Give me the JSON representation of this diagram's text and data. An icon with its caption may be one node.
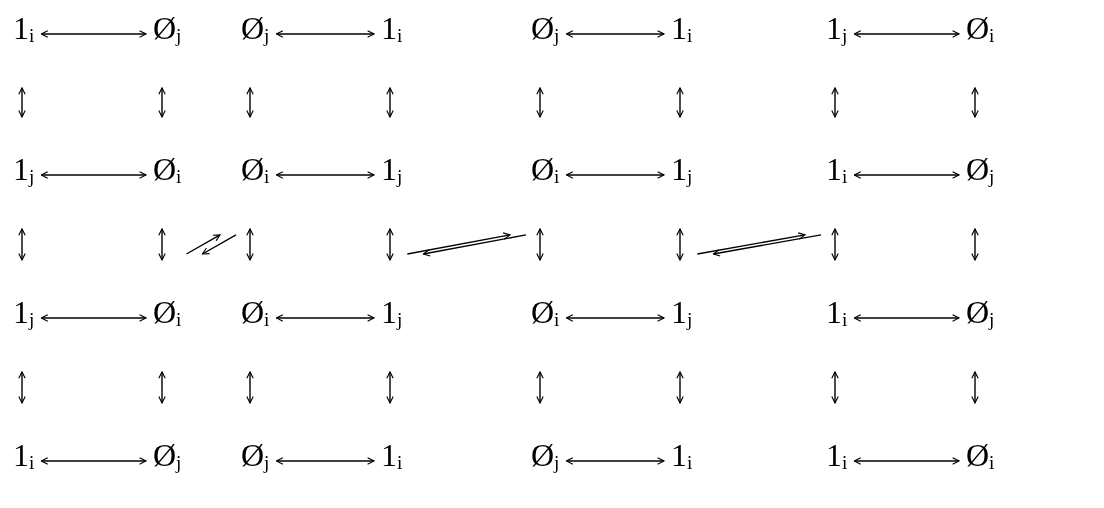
{
  "diagram": {
    "nodes": [
      {
        "text": [
          "1$_{i}$"
        ]
      },
      {
        "text": [
          "Ø$_{j}$"
        ]
      },
      {
        "text": [
          "Ø$_{j}$"
        ]
      },
      {
        "text": [
          "1$_{i}$"
        ]
      },
      {
        "text": [
          "Ø$_{j}$"
        ]
      },
      {
        "text": [
          "1$_{i}$"
        ]
      },
      {
        "text": [
          "1$_{j}$"
        ]
      },
      {
        "text": [
          "Ø$_{i}$"
        ]
      },
      {
        "text": [
          "1$_{j}$"
        ]
      },
      {
        "text": [
          "Ø$_{i}$"
        ]
      },
      {
        "text": [
          "Ø$_{i}$"
        ]
      },
      {
        "text": [
          "1$_{j}$"
        ]
      },
      {
        "text": [
          "Ø$_{i}$"
        ]
      },
      {
        "text": [
          "1$_{j}$"
        ]
      },
      {
        "text": [
          "1$_{i}$"
        ]
      },
      {
        "text": [
          "Ø$_{j}$"
        ]
      },
      {
        "text": [
          "1$_{j}$"
        ]
      },
      {
        "text": [
          "Ø$_{i}$"
        ]
      },
      {
        "text": [
          "Ø$_{i}$"
        ]
      },
      {
        "text": [
          "1$_{j}$"
        ]
      },
      {
        "text": [
          "Ø$_{i}$"
        ]
      },
      {
        "text": [
          "1$_{j}$"
        ]
      },
      {
        "text": [
          "1$_{i}$"
        ]
      },
      {
        "text": [
          "Ø$_{j}$"
        ]
      },
      {
        "text": [
          "1$_{i}$"
        ]
      },
      {
        "text": [
          "Ø$_{j}$"
        ]
      },
      {
        "text": [
          "Ø$_{j}$"
        ]
      },
      {
        "text": [
          "1$_{i}$"
        ]
      },
      {
        "text": [
          "Ø$_{j}$"
        ]
      },
      {
        "text": [
          "1$_{i}$"
        ]
      },
      {
        "text": [
          "1$_{i}$"
        ]
      },
      {
        "text": [
          "Ø$_{i}$"
        ]
      }
    ],
    "edges": [
      {
        "from": 0,
        "to": 1,
        "arrow": "both"
      },
      {
        "from": 2,
        "to": 3,
        "arrow": "both"
      },
      {
        "from": 4,
        "to": 5,
        "arrow": "both"
      },
      {
        "from": 6,
        "to": 7,
        "arrow": "both"
      },
      {
        "from": 0,
        "to": 8,
        "arrow": "both"
      },
      {
        "from": 1,
        "to": 9,
        "arrow": "both"
      },
      {
        "from": 2,
        "to": 10,
        "arrow": "both"
      },
      {
        "from": 3,
        "to": 11,
        "arrow": "both"
      },
      {
        "from": 4,
        "to": 12,
        "arrow": "both"
      },
      {
        "from": 5,
        "to": 13,
        "arrow": "both"
      },
      {
        "from": 6,
        "to": 14,
        "arrow": "both"
      },
      {
        "from": 7,
        "to": 15,
        "arrow": "both"
      },
      {
        "from": 8,
        "to": 9,
        "arrow": "both"
      },
      {
        "from": 10,
        "to": 11,
        "arrow": "both"
      },
      {
        "from": 12,
        "to": 13,
        "arrow": "both"
      },
      {
        "from": 14,
        "to": 15,
        "arrow": "both"
      },
      {
        "from": 8,
        "to": 16,
        "arrow": "both"
      },
      {
        "from": 9,
        "to": 17,
        "arrow": "both"
      },
      {
        "from": 10,
        "to": 18,
        "arrow": "both"
      },
      {
        "from": 11,
        "to": 19,
        "arrow": "both"
      },
      {
        "from": 12,
        "to": 20,
        "arrow": "both"
      },
      {
        "from": 13,
        "to": 21,
        "arrow": "both"
      },
      {
        "from": 14,
        "to": 22,
        "arrow": "both"
      },
      {
        "from": 15,
        "to": 23,
        "arrow": "both"
      },
      {
        "from": 17,
        "to": 10,
        "arrow": "to"
      },
      {
        "from": 10,
        "to": 17,
        "arrow": "to"
      },
      {
        "from": 19,
        "to": 12,
        "arrow": "to"
      },
      {
        "from": 12,
        "to": 19,
        "arrow": "to"
      },
      {
        "from": 21,
        "to": 14,
        "arrow": "to"
      },
      {
        "from": 14,
        "to": 21,
        "arrow": "to"
      },
      {
        "from": 16,
        "to": 17,
        "arrow": "both"
      },
      {
        "from": 18,
        "to": 19,
        "arrow": "both"
      },
      {
        "from": 20,
        "to": 21,
        "arrow": "both"
      },
      {
        "from": 22,
        "to": 23,
        "arrow": "both"
      },
      {
        "from": 16,
        "to": 24,
        "arrow": "both"
      },
      {
        "from": 17,
        "to": 25,
        "arrow": "both"
      },
      {
        "from": 18,
        "to": 26,
        "arrow": "both"
      },
      {
        "from": 19,
        "to": 27,
        "arrow": "both"
      },
      {
        "from": 20,
        "to": 28,
        "arrow": "both"
      },
      {
        "from": 21,
        "to": 29,
        "arrow": "both"
      },
      {
        "from": 22,
        "to": 30,
        "arrow": "both"
      },
      {
        "from": 23,
        "to": 31,
        "arrow": "both"
      },
      {
        "from": 24,
        "to": 25,
        "arrow": "both"
      },
      {
        "from": 26,
        "to": 27,
        "arrow": "both"
      },
      {
        "from": 28,
        "to": 29,
        "arrow": "both"
      },
      {
        "from": 30,
        "to": 31,
        "arrow": "both"
      }
    ]
  }
}
